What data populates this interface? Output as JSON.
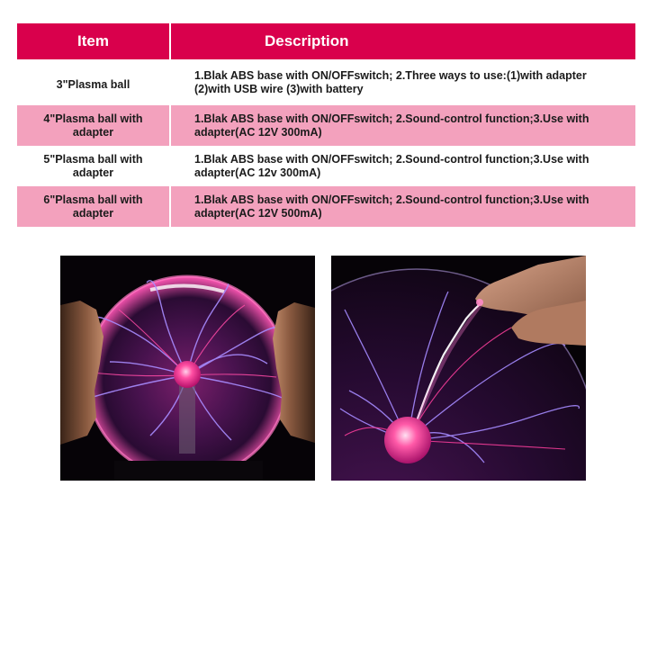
{
  "table": {
    "headers": {
      "item": "Item",
      "description": "Description"
    },
    "rows": [
      {
        "item": "3\"Plasma ball",
        "description": "1.Blak ABS base with ON/OFFswitch;  2.Three ways to use:(1)with adapter (2)with USB wire (3)with battery",
        "shaded": false
      },
      {
        "item": "4\"Plasma ball with adapter",
        "description": "1.Blak ABS base with ON/OFFswitch;  2.Sound-control function;3.Use with adapter(AC 12V 300mA)",
        "shaded": true
      },
      {
        "item": "5\"Plasma ball with adapter",
        "description": "1.Blak ABS base with ON/OFFswitch;  2.Sound-control function;3.Use with adapter(AC 12v 300mA)",
        "shaded": false
      },
      {
        "item": "6\"Plasma ball with adapter",
        "description": "1.Blak ABS base with ON/OFFswitch;  2.Sound-control function;3.Use with adapter(AC 12V 500mA)",
        "shaded": true
      }
    ]
  },
  "colors": {
    "header_bg": "#d9004c",
    "header_text": "#ffffff",
    "row_shade": "#f3a1bd",
    "body_text": "#1b1b1b",
    "plasma_pink": "#ff3f9e",
    "plasma_violet": "#8c6cff"
  },
  "photos": [
    {
      "name": "plasma-ball-hands-photo",
      "subject": "plasma ball held between two hands"
    },
    {
      "name": "plasma-ball-finger-touch-photo",
      "subject": "finger touching plasma ball glass"
    }
  ]
}
